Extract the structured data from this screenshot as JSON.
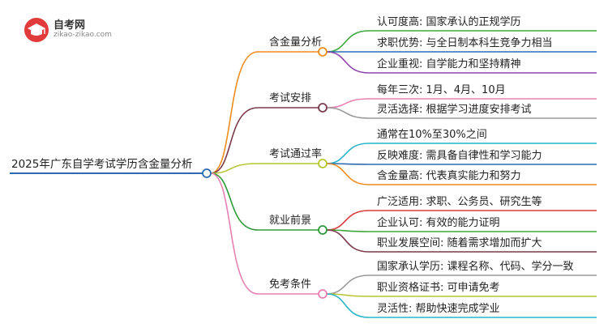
{
  "logo": {
    "name": "自考网",
    "url": "zikao-zikao.com"
  },
  "root": {
    "label": "2025年广东自学考试学历含金量分析",
    "color": "#2b6cb0"
  },
  "branches": [
    {
      "label": "含金量分析",
      "color": "#f08c1e",
      "children": [
        {
          "label": "认可度高: 国家承认的正规学历",
          "color": "#3ca83a"
        },
        {
          "label": "求职优势: 与全日制本科生竞争力相当",
          "color": "#2b6cb0"
        },
        {
          "label": "企业重视: 自学能力和坚持精神",
          "color": "#8e44ad"
        }
      ]
    },
    {
      "label": "考试安排",
      "color": "#7a3b4a",
      "children": [
        {
          "label": "每年三次: 1月、4月、10月",
          "color": "#e880b4"
        },
        {
          "label": "灵活选择: 根据学习进度安排考试",
          "color": "#9a9a9a"
        }
      ]
    },
    {
      "label": "考试通过率",
      "color": "#b7c531",
      "children": [
        {
          "label": "通常在10%至30%之间",
          "color": "#27b5c7"
        },
        {
          "label": "反映难度: 需具备自律性和学习能力",
          "color": "#2b6cb0"
        },
        {
          "label": "含金量高: 代表真实能力和努力",
          "color": "#f08c1e"
        }
      ]
    },
    {
      "label": "就业前景",
      "color": "#2e9a3a",
      "children": [
        {
          "label": "广泛适用: 求职、公务员、研究生等",
          "color": "#d93a3a"
        },
        {
          "label": "企业认可: 有效的能力证明",
          "color": "#3ca83a"
        },
        {
          "label": "职业发展空间: 随着需求增加而扩大",
          "color": "#7a3b4a"
        }
      ]
    },
    {
      "label": "免考条件",
      "color": "#e880b4",
      "children": [
        {
          "label": "国家承认学历: 课程名称、代码、学分一致",
          "color": "#9a9a9a"
        },
        {
          "label": "职业资格证书: 可申请免考",
          "color": "#b7c531"
        },
        {
          "label": "灵活性: 帮助快速完成学业",
          "color": "#27b5c7"
        }
      ]
    }
  ]
}
